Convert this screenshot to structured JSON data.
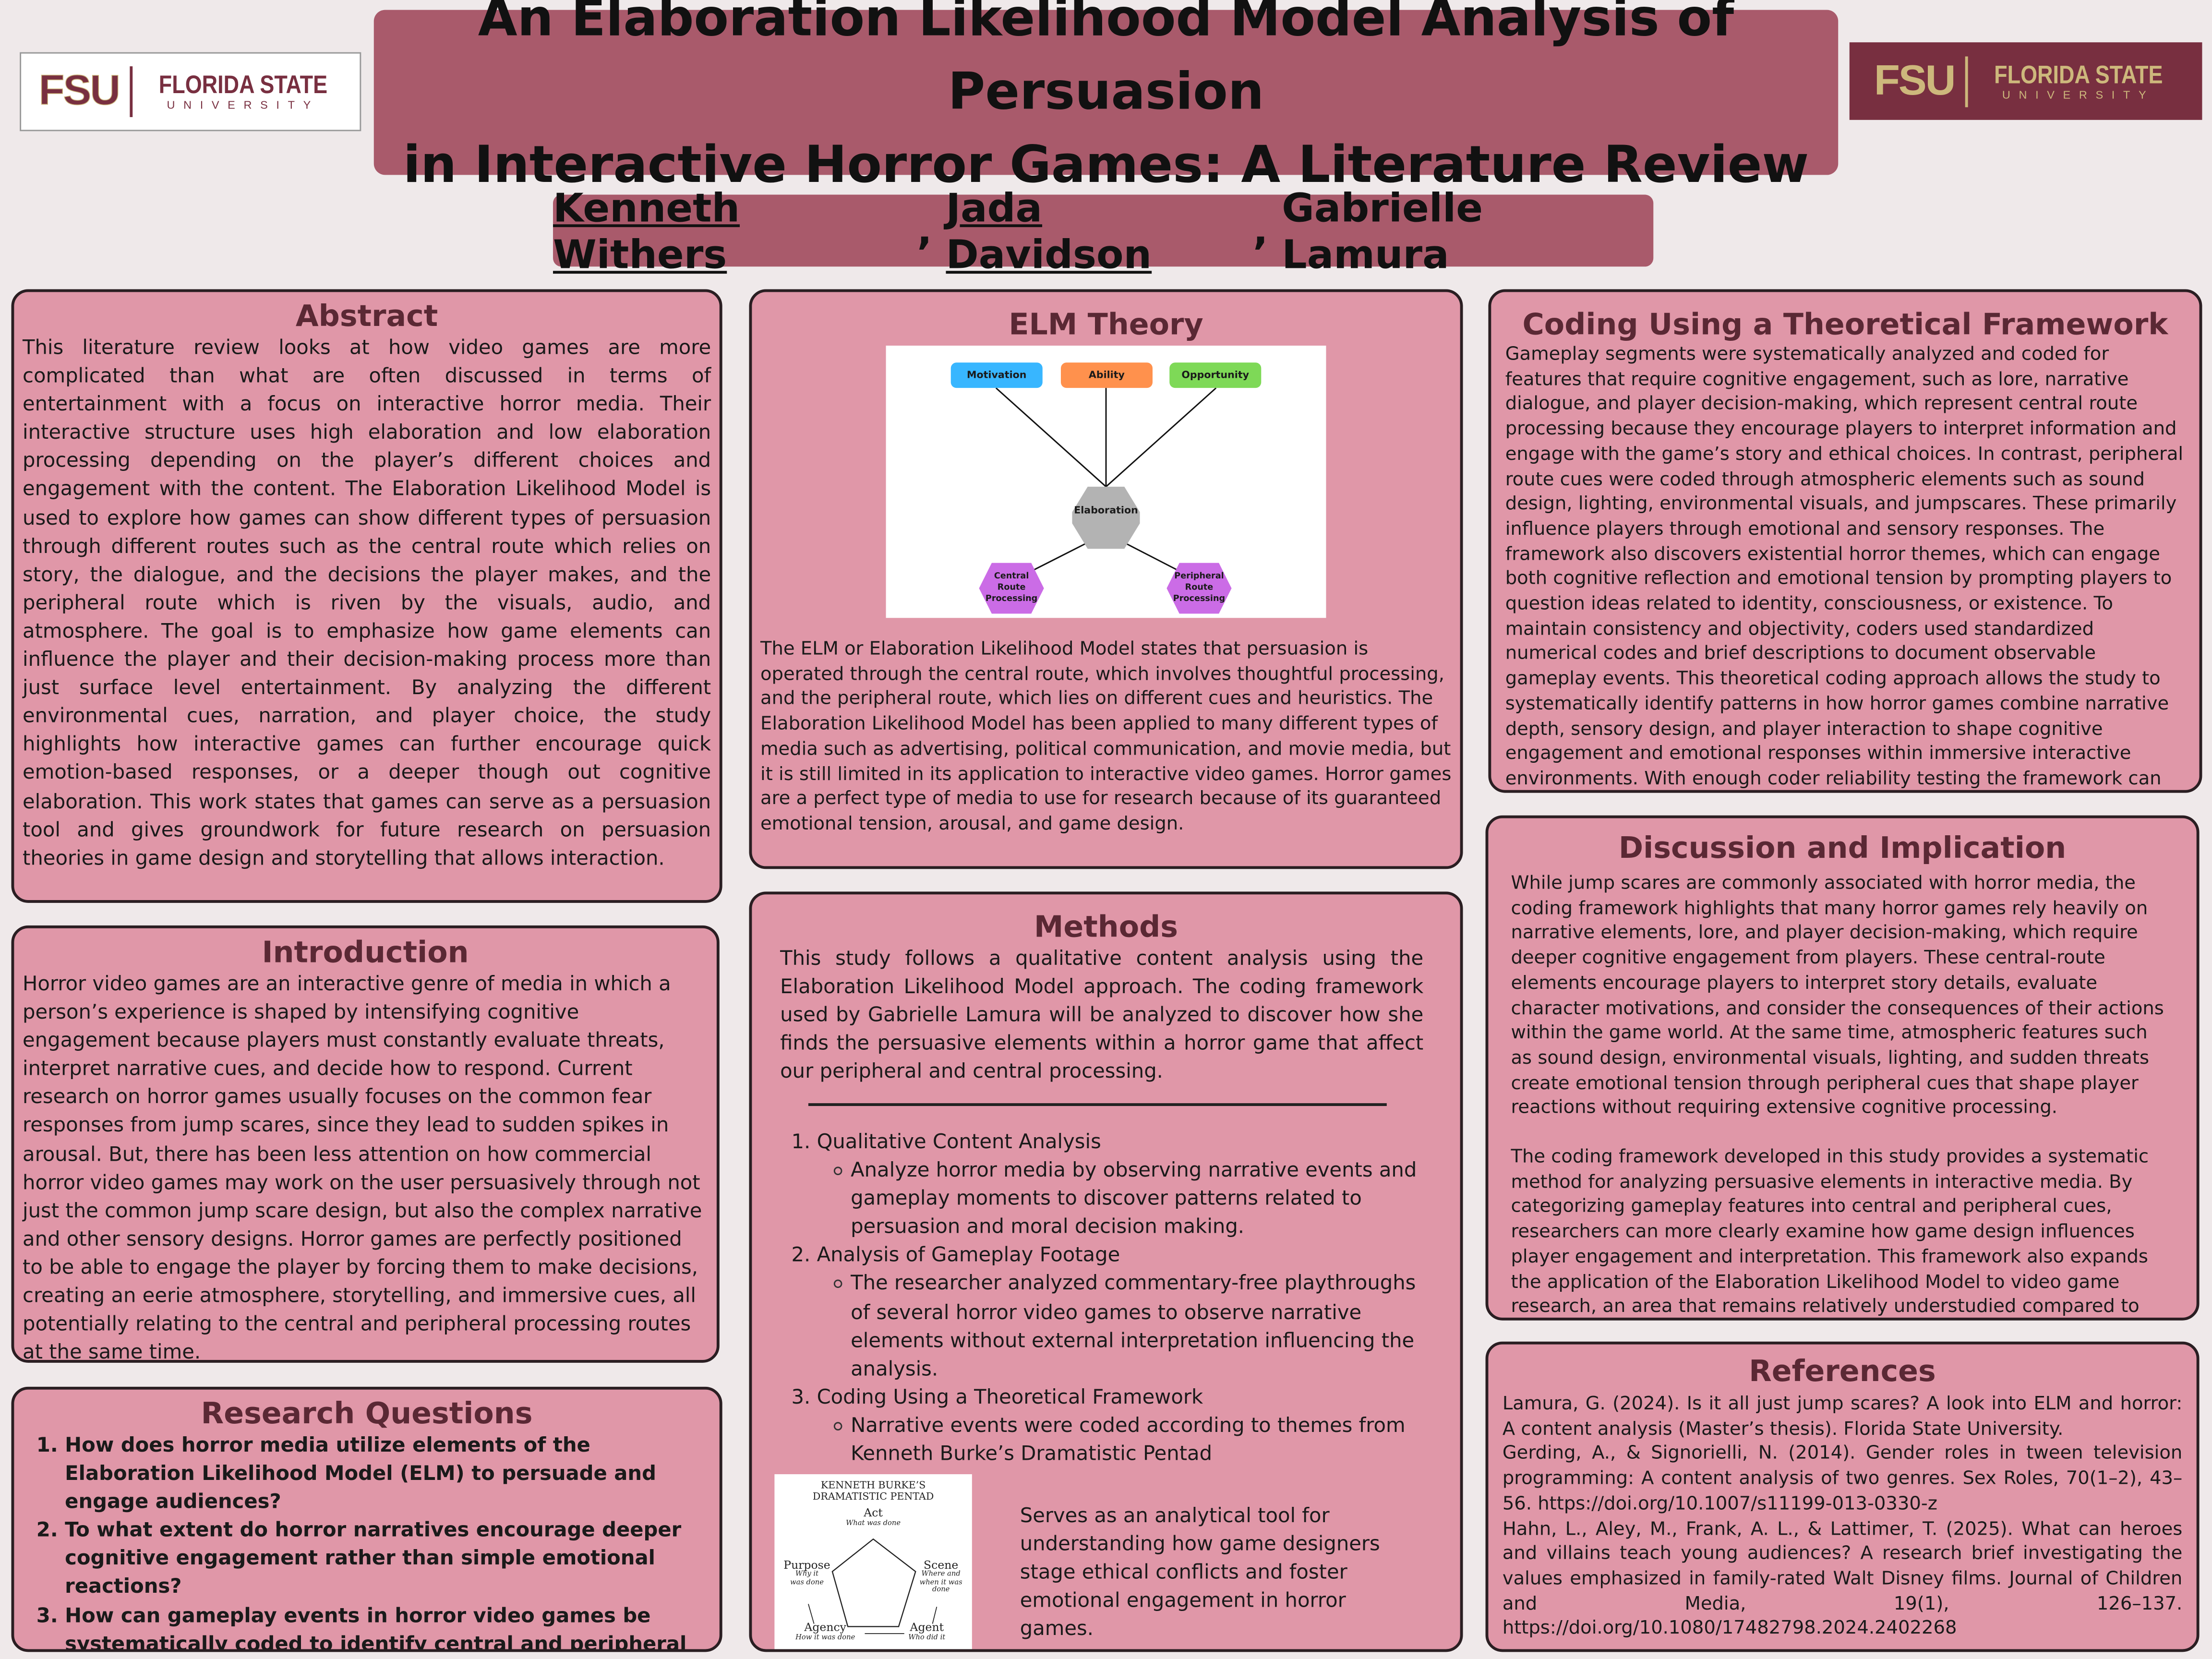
{
  "logos": {
    "left": {
      "mark": "FSU",
      "name": "FLORIDA STATE",
      "sub": "UNIVERSITY"
    },
    "right": {
      "mark": "FSU",
      "name": "FLORIDA STATE",
      "sub": "UNIVERSITY"
    }
  },
  "colors": {
    "title_bg": "#a95a6b",
    "panel_bg": "#e097a8",
    "heading": "#5a2834",
    "garnet": "#782f40",
    "gold": "#cdb87c"
  },
  "title": {
    "line1": "An Elaboration Likelihood Model Analysis of Persuasion",
    "line2": "in Interactive Horror Games: A Literature Review"
  },
  "authors": {
    "a1": "Kenneth Withers",
    "sep1": ", ",
    "a2": "Jada Davidson",
    "sep2": ", ",
    "a3": "Gabrielle Lamura"
  },
  "abstract": {
    "heading": "Abstract",
    "text": "This literature review looks at how video games are more complicated than what are often discussed in terms of entertainment with a focus on interactive horror media. Their interactive structure uses high elaboration and low elaboration processing depending on the player’s different choices and engagement with the content. The Elaboration Likelihood Model is used to explore how games can show different types of persuasion through different routes such as the central route which relies on story, the dialogue, and the decisions the player makes, and the peripheral route which is riven by the visuals, audio, and atmosphere. The goal is to emphasize how game elements can influence the player and their decision-making process more than just surface level entertainment. By analyzing the different environmental cues, narration, and player choice, the study highlights how interactive games can further encourage quick emotion-based responses, or a deeper though out cognitive elaboration. This work states that games can serve as a persuasion tool and gives groundwork for future research on persuasion theories in game design and storytelling that allows interaction."
  },
  "introduction": {
    "heading": "Introduction",
    "text": "Horror video games are an interactive genre of media in which a person’s experience is shaped by intensifying cognitive engagement because players must constantly evaluate threats, interpret narrative cues, and decide how to respond. Current research on horror games usually focuses on the common fear responses from jump scares, since they lead to sudden spikes in arousal. But, there has been less attention on how commercial horror video games may work on the user persuasively through not just the common jump scare design, but also the complex narrative and other sensory designs. Horror games are perfectly positioned to be able to engage the player by forcing them to make decisions, creating an eerie atmosphere, storytelling, and immersive cues, all potentially relating to the central and peripheral processing routes at the same time."
  },
  "research_questions": {
    "heading": "Research Questions",
    "items": [
      "How does horror media utilize elements of the Elaboration Likelihood Model (ELM) to persuade and engage audiences?",
      "To what extent do horror narratives encourage deeper cognitive engagement rather than simple emotional reactions?",
      "How can gameplay events in horror video games be systematically coded to identify central and peripheral persuasion cues using the Elaboration Likelihood Model?"
    ]
  },
  "elm": {
    "heading": "ELM Theory",
    "diagram": {
      "motivation": "Motivation",
      "ability": "Ability",
      "opportunity": "Opportunity",
      "elaboration": "Elaboration",
      "central": "Central Route Processing",
      "peripheral": "Peripheral Route Processing",
      "colors": {
        "motivation": "#38b6ff",
        "ability": "#ff914d",
        "opportunity": "#7ed957",
        "elaboration": "#b3b3b3",
        "routes": "#cb6ce6"
      }
    },
    "text": "The ELM or Elaboration Likelihood Model states that persuasion is operated through the central route, which involves thoughtful processing, and the peripheral route, which lies on different cues and heuristics. The Elaboration Likelihood Model has been applied to many different types of media such as advertising, political communication, and movie media, but it is still limited in its application to interactive video games. Horror games are a perfect type of media to use for research because of its guaranteed emotional tension, arousal, and game design."
  },
  "methods": {
    "heading": "Methods",
    "intro": "This study follows a qualitative content analysis using the Elaboration Likelihood Model approach. The coding framework used by Gabrielle Lamura will be analyzed to discover how she finds the persuasive elements within a horror game that affect our peripheral and central processing.",
    "items": [
      {
        "label": "Qualitative Content Analysis",
        "detail": "Analyze horror media by observing narrative events and gameplay moments to discover patterns related to persuasion and moral decision making."
      },
      {
        "label": "Analysis of Gameplay Footage",
        "detail": "The researcher analyzed commentary-free playthroughs of several horror video games to observe narrative elements without external interpretation influencing the analysis."
      },
      {
        "label": "Coding Using a Theoretical Framework",
        "detail": "Narrative events were coded according to themes from Kenneth Burke’s Dramatistic Pentad"
      }
    ],
    "pentad": {
      "title1": "KENNETH BURKE’S",
      "title2": "DRAMATISTIC PENTAD",
      "act": "Act",
      "act_d": "What was done",
      "scene": "Scene",
      "scene_d1": "Where and",
      "scene_d2": "when it was",
      "scene_d3": "done",
      "agent": "Agent",
      "agent_d": "Who did it",
      "agency": "Agency",
      "agency_d": "How it was done",
      "purpose": "Purpose",
      "purpose_d1": "Why it",
      "purpose_d2": "was done"
    },
    "pentad_caption": "Serves as an analytical tool for understanding how game designers stage ethical conflicts and foster emotional engagement in horror games."
  },
  "coding": {
    "heading": "Coding Using a Theoretical Framework",
    "text": "Gameplay segments were systematically analyzed and coded for features that require cognitive engagement, such as lore, narrative dialogue, and player decision-making, which represent central route processing because they encourage players to interpret information and engage with the game’s story and ethical choices. In contrast, peripheral route cues were coded through atmospheric elements such as sound design, lighting, environmental visuals, and jumpscares. These primarily influence players through emotional and sensory responses. The framework also discovers existential horror themes, which can engage both cognitive reflection and emotional tension by prompting players to question ideas related to identity, consciousness, or existence. To maintain consistency and objectivity, coders used standardized numerical codes and brief descriptions to document observable gameplay events. This theoretical coding approach allows the study to systematically identify patterns in how horror games combine narrative depth, sensory design, and player interaction to shape cognitive engagement and emotional responses within immersive interactive environments. With enough coder reliability testing the framework can ensure that gameplay events are categorized consistently and objectively."
  },
  "discussion": {
    "heading": "Discussion and Implication",
    "p1": "While jump scares are commonly associated with horror media, the coding framework highlights that many horror games rely heavily on narrative elements, lore, and player decision-making, which require deeper cognitive engagement from players. These central-route elements encourage players to interpret story details, evaluate character motivations, and consider the consequences of their actions within the game world. At the same time, atmospheric features such as sound design, environmental visuals, lighting, and sudden threats create emotional tension through peripheral cues that shape player reactions without requiring extensive cognitive processing.",
    "p2": "The coding framework developed in this study provides a systematic method for analyzing persuasive elements in interactive media. By categorizing gameplay features into central and peripheral cues, researchers can more clearly examine how game design influences player engagement and interpretation. This framework also expands the application of the Elaboration Likelihood Model to video game research, an area that remains relatively understudied compared to traditional media such as advertising or film."
  },
  "references": {
    "heading": "References",
    "items": [
      "Lamura, G. (2024). Is it all just jump scares? A look into ELM and horror: A content analysis (Master’s thesis). Florida State University.",
      "Gerding, A., & Signorielli, N. (2014). Gender roles in tween television programming: A content analysis of two genres. Sex Roles, 70(1–2), 43–56. https://doi.org/10.1007/s11199-013-0330-z",
      "Hahn, L., Aley, M., Frank, A. L., & Lattimer, T. (2025). What can heroes and villains teach young audiences? A research brief investigating the values emphasized in family-rated Walt Disney films. Journal of Children and Media, 19(1), 126–137. https://doi.org/10.1080/17482798.2024.2402268"
    ]
  }
}
